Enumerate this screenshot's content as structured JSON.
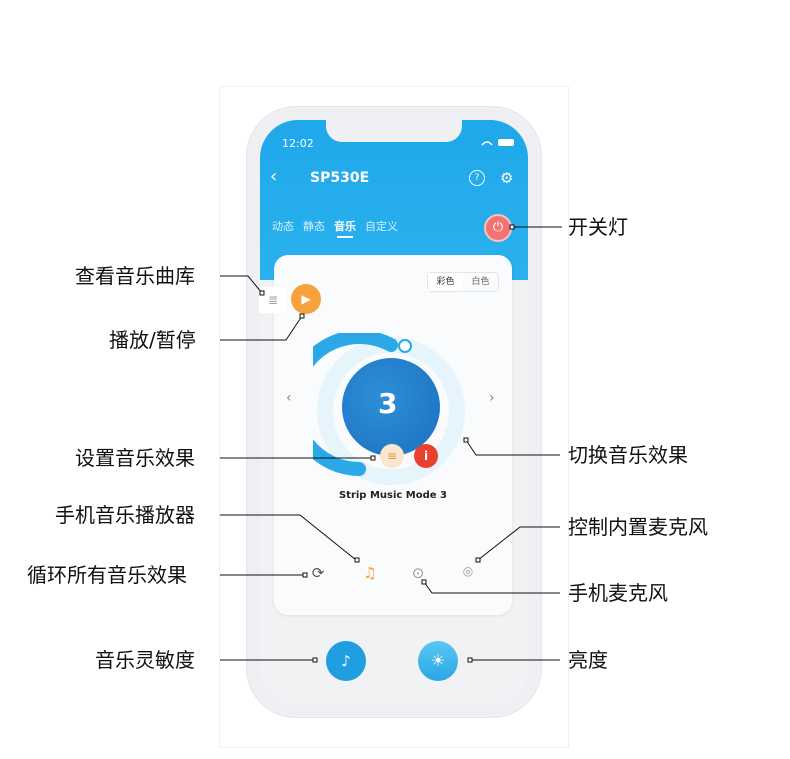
{
  "status": {
    "time": "12:02",
    "icons": "••• ■"
  },
  "header": {
    "title": "SP530E",
    "back_icon": "chevron-left-icon",
    "help_label": "?",
    "settings_icon": "gear-icon"
  },
  "tabs": [
    {
      "label": "动态"
    },
    {
      "label": "静态"
    },
    {
      "label": "音乐",
      "active": true
    },
    {
      "label": "自定义"
    }
  ],
  "power": {
    "icon": "power-icon"
  },
  "color_mode": {
    "options": [
      "彩色",
      "白色"
    ],
    "selected": "彩色"
  },
  "music": {
    "mode_number": "3",
    "mode_name": "Strip Music Mode 3",
    "info_label": "i"
  },
  "annotations": {
    "power": "开关灯",
    "library": "查看音乐曲库",
    "play_pause": "播放/暂停",
    "set_effect": "设置音乐效果",
    "switch_effect": "切换音乐效果",
    "phone_player": "手机音乐播放器",
    "internal_mic": "控制内置麦克风",
    "cycle_all": "循环所有音乐效果",
    "phone_mic": "手机麦克风",
    "sensitivity": "音乐灵敏度",
    "brightness": "亮度"
  },
  "colors": {
    "header": "#2ab1ee",
    "accent_orange": "#f7a23d",
    "power_red": "#f07572",
    "info_red": "#e8412f"
  }
}
